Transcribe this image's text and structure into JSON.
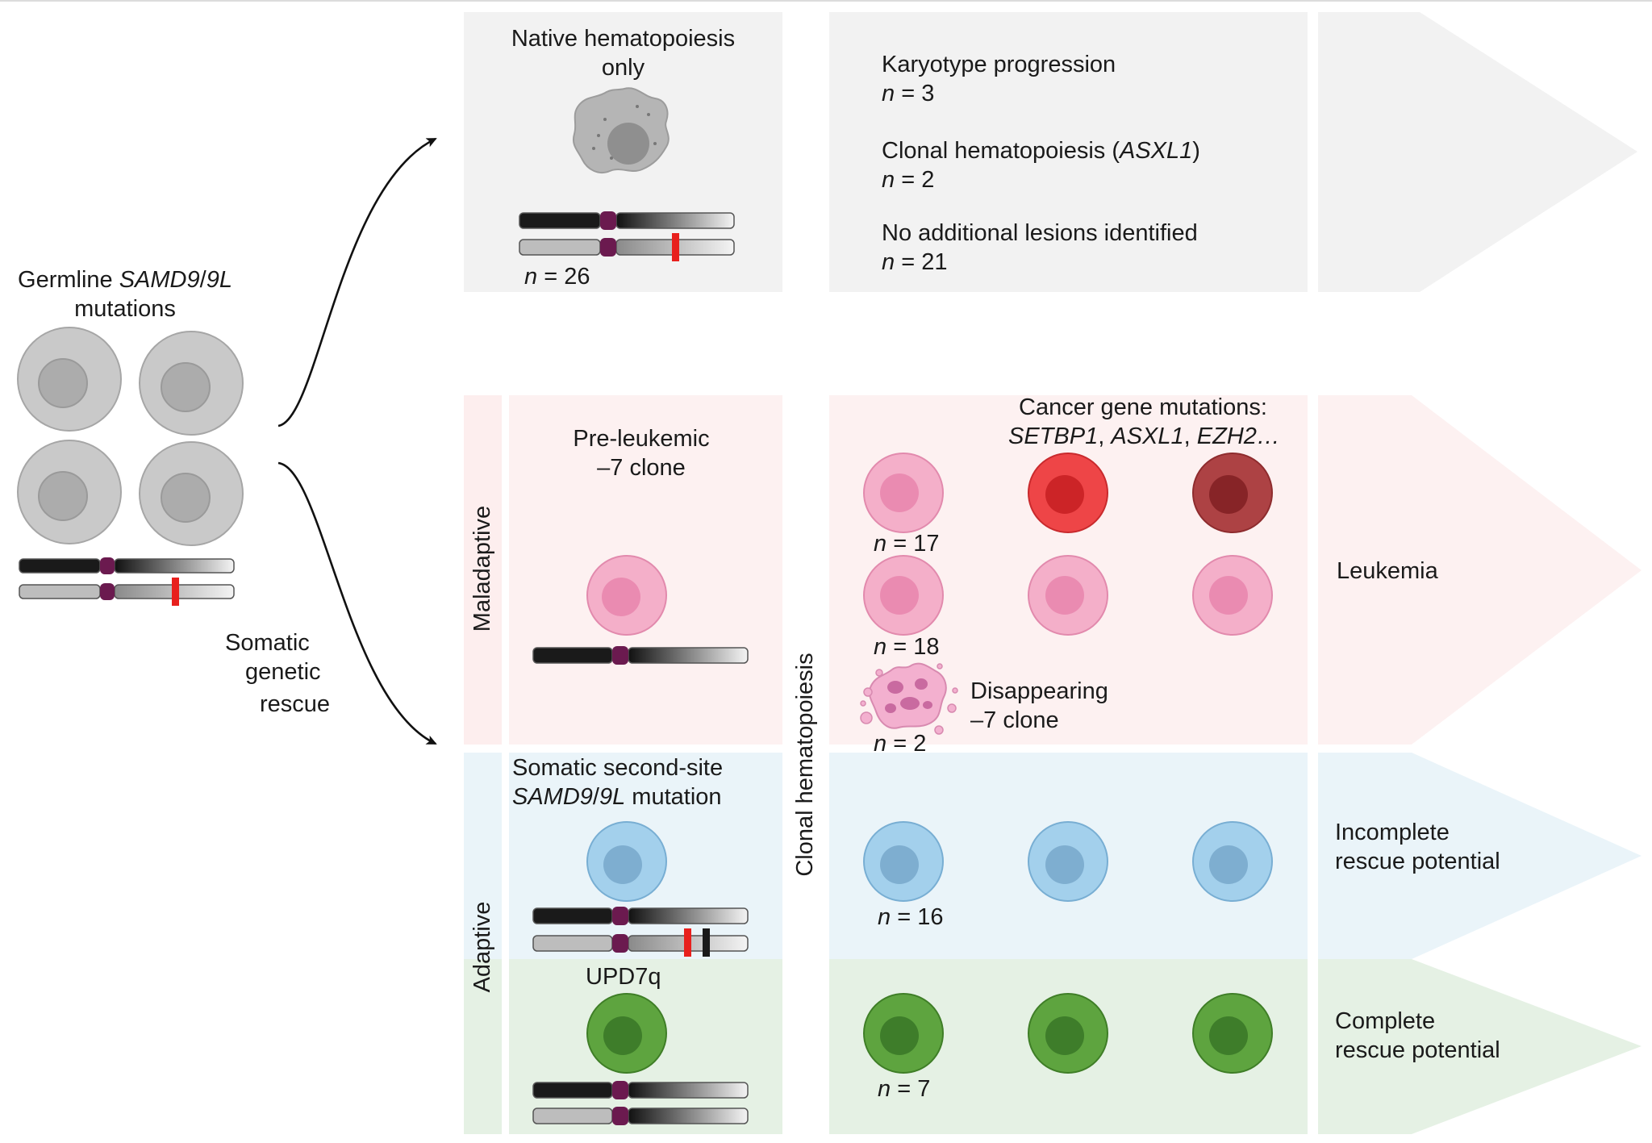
{
  "colors": {
    "panel_grey": "#f2f2f2",
    "panel_pink": "#fdf1f1",
    "panel_blue": "#eaf4f9",
    "panel_green": "#e5f1e4",
    "germline_cell": "#c9c9c9",
    "native_cell": "#a9a9a9",
    "pink_cell": "#f3a2c1",
    "red_cell": "#e8393c",
    "dark_red_cell": "#a73a3c",
    "blue_cell": "#9fcde9",
    "green_cell": "#5aa33c",
    "centromere": "#6b1a4f",
    "mutation_red": "#e8201d"
  },
  "germline": {
    "title_pre": "Germline ",
    "title_gene": "SAMD9",
    "title_slash": "/",
    "title_gene2": "9L",
    "title_line2": "mutations"
  },
  "rescue_label": {
    "line1": "Somatic",
    "line2": "genetic",
    "line3": "rescue"
  },
  "native": {
    "title_line1": "Native hematopoiesis",
    "title_line2": "only",
    "n_label": "n",
    "n_value": "= 26"
  },
  "native_outcomes": [
    {
      "label": "Karyotype progression",
      "n": "n",
      "value": "= 3"
    },
    {
      "label_pre": "Clonal hematopoiesis (",
      "label_gene": "ASXL1",
      "label_post": ")",
      "n": "n",
      "value": "= 2"
    },
    {
      "label": "No additional lesions identified",
      "n": "n",
      "value": "= 21"
    }
  ],
  "side_labels": {
    "maladaptive": "Maladaptive",
    "adaptive": "Adaptive",
    "clonal": "Clonal hematopoiesis"
  },
  "preleukemic": {
    "line1": "Pre-leukemic",
    "line2": "–7 clone"
  },
  "cancer_genes": {
    "title": "Cancer gene mutations:",
    "g1": "SETBP1",
    "g2": "ASXL1",
    "g3": "EZH2",
    "ellipsis": "…",
    "sep": ", "
  },
  "counts": {
    "n17": {
      "n": "n",
      "value": "= 17"
    },
    "n18": {
      "n": "n",
      "value": "= 18"
    },
    "n2": {
      "n": "n",
      "value": "= 2"
    },
    "n16": {
      "n": "n",
      "value": "= 16"
    },
    "n7": {
      "n": "n",
      "value": "= 7"
    }
  },
  "disappearing": {
    "line1": "Disappearing",
    "line2": "–7 clone"
  },
  "second_site": {
    "line1": "Somatic second-site",
    "gene": "SAMD9",
    "slash": "/",
    "gene2": "9L",
    "line2_post": " mutation"
  },
  "upd": {
    "label": "UPD7q"
  },
  "outcomes": {
    "leukemia": "Leukemia",
    "incomplete_line1": "Incomplete",
    "incomplete_line2": "rescue potential",
    "complete_line1": "Complete",
    "complete_line2": "rescue potential"
  }
}
